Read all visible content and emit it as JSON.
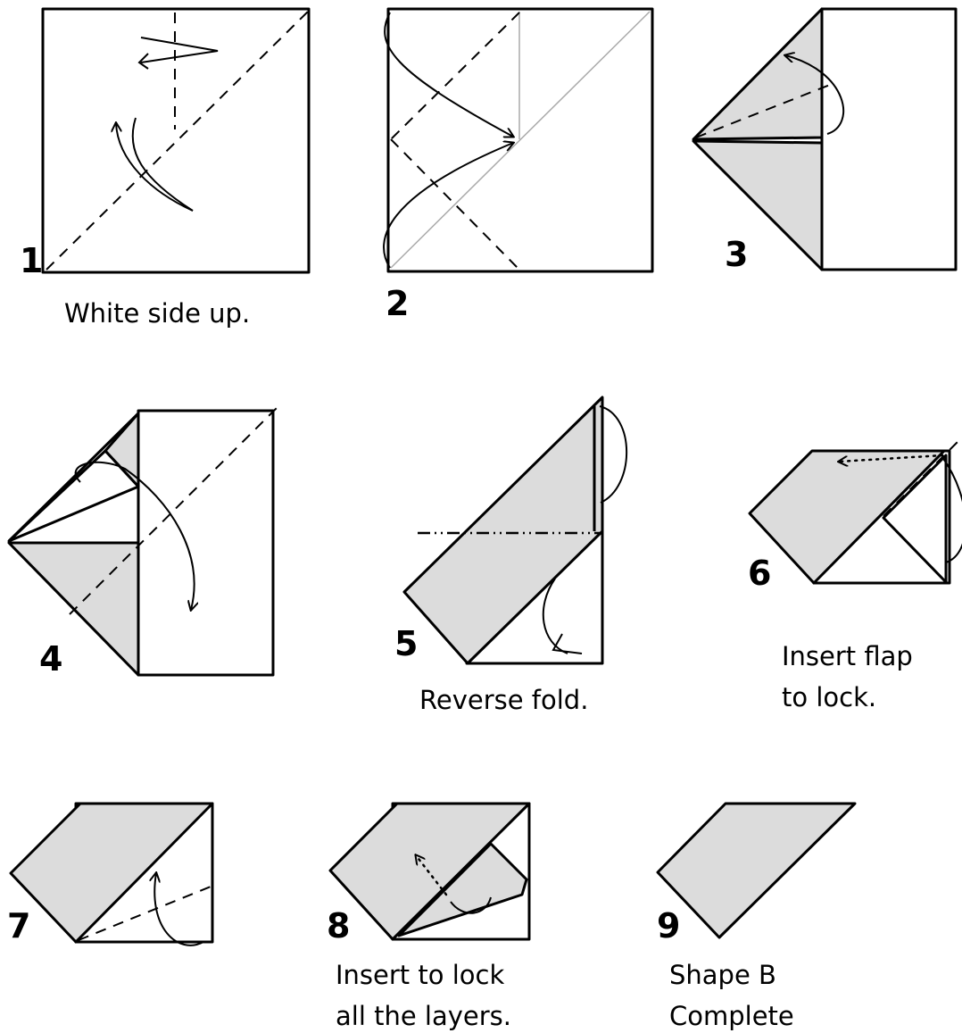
{
  "steps": [
    {
      "number": "1",
      "caption": "White side up."
    },
    {
      "number": "2",
      "caption": ""
    },
    {
      "number": "3",
      "caption": ""
    },
    {
      "number": "4",
      "caption": ""
    },
    {
      "number": "5",
      "caption": "Reverse fold."
    },
    {
      "number": "6",
      "caption_lines": [
        "Insert flap",
        "to lock."
      ]
    },
    {
      "number": "7",
      "caption": ""
    },
    {
      "number": "8",
      "caption_lines": [
        "Insert to lock",
        "all the layers."
      ]
    },
    {
      "number": "9",
      "caption_lines": [
        "Shape B",
        "Complete"
      ]
    }
  ],
  "colors": {
    "paper_colored_side": "#dcdcdc",
    "paper_white_side": "#ffffff",
    "line": "#000000"
  }
}
